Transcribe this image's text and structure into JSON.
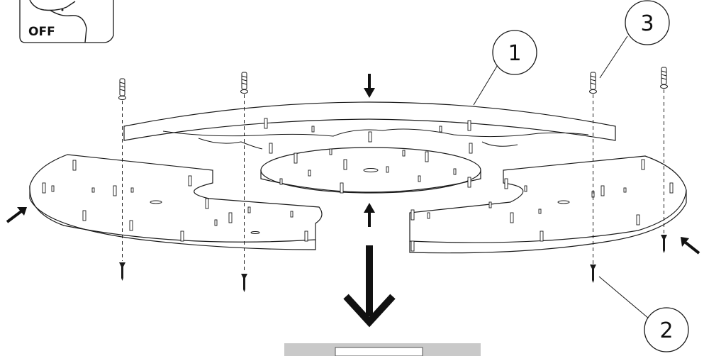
{
  "power_badge": {
    "label": "OFF"
  },
  "callouts": [
    {
      "id": "1",
      "label": "1"
    },
    {
      "id": "2",
      "label": "2"
    },
    {
      "id": "3",
      "label": "3"
    }
  ],
  "colors": {
    "line": "#1a1a1a",
    "panel_fill": "#ffffff",
    "base_gray": "#c9c9c9"
  }
}
